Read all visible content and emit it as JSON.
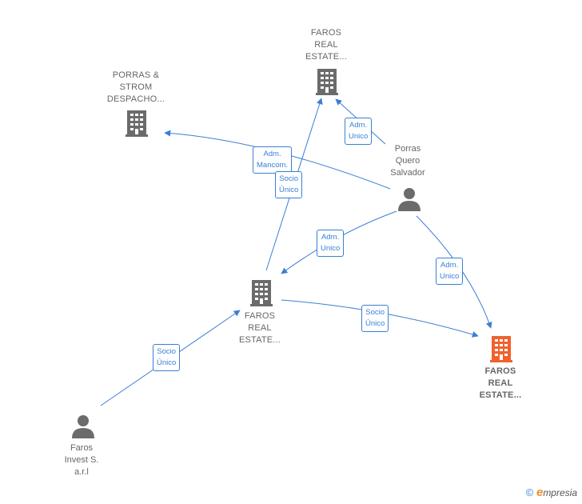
{
  "nodes": {
    "porras_strom": {
      "label": "PORRAS &\nSTROM\nDESPACHO...",
      "type": "company"
    },
    "faros_top": {
      "label": "FAROS\nREAL\nESTATE...",
      "type": "company"
    },
    "porras_quero": {
      "label": "Porras\nQuero\nSalvador",
      "type": "person"
    },
    "faros_center": {
      "label": "FAROS\nREAL\nESTATE...",
      "type": "company"
    },
    "faros_highlight": {
      "label": "FAROS\nREAL\nESTATE...",
      "type": "company-highlight"
    },
    "faros_invest": {
      "label": "Faros\nInvest S.\na.r.l",
      "type": "person"
    }
  },
  "edges": {
    "adm_mancom": "Adm.\nMancom.",
    "socio_unico_top": "Socio\nÚnico",
    "adm_unico_top": "Adm.\nUnico",
    "adm_unico_center": "Adm.\nUnico",
    "adm_unico_right": "Adm.\nUnico",
    "socio_unico_right": "Socio\nÚnico",
    "socio_unico_left": "Socio\nÚnico"
  },
  "colors": {
    "edge": "#3a7fd5",
    "node": "#6b6b6b",
    "highlight": "#f0622d"
  },
  "footer": {
    "copyright": "©",
    "brand_e": "e",
    "brand_rest": "mpresia"
  }
}
